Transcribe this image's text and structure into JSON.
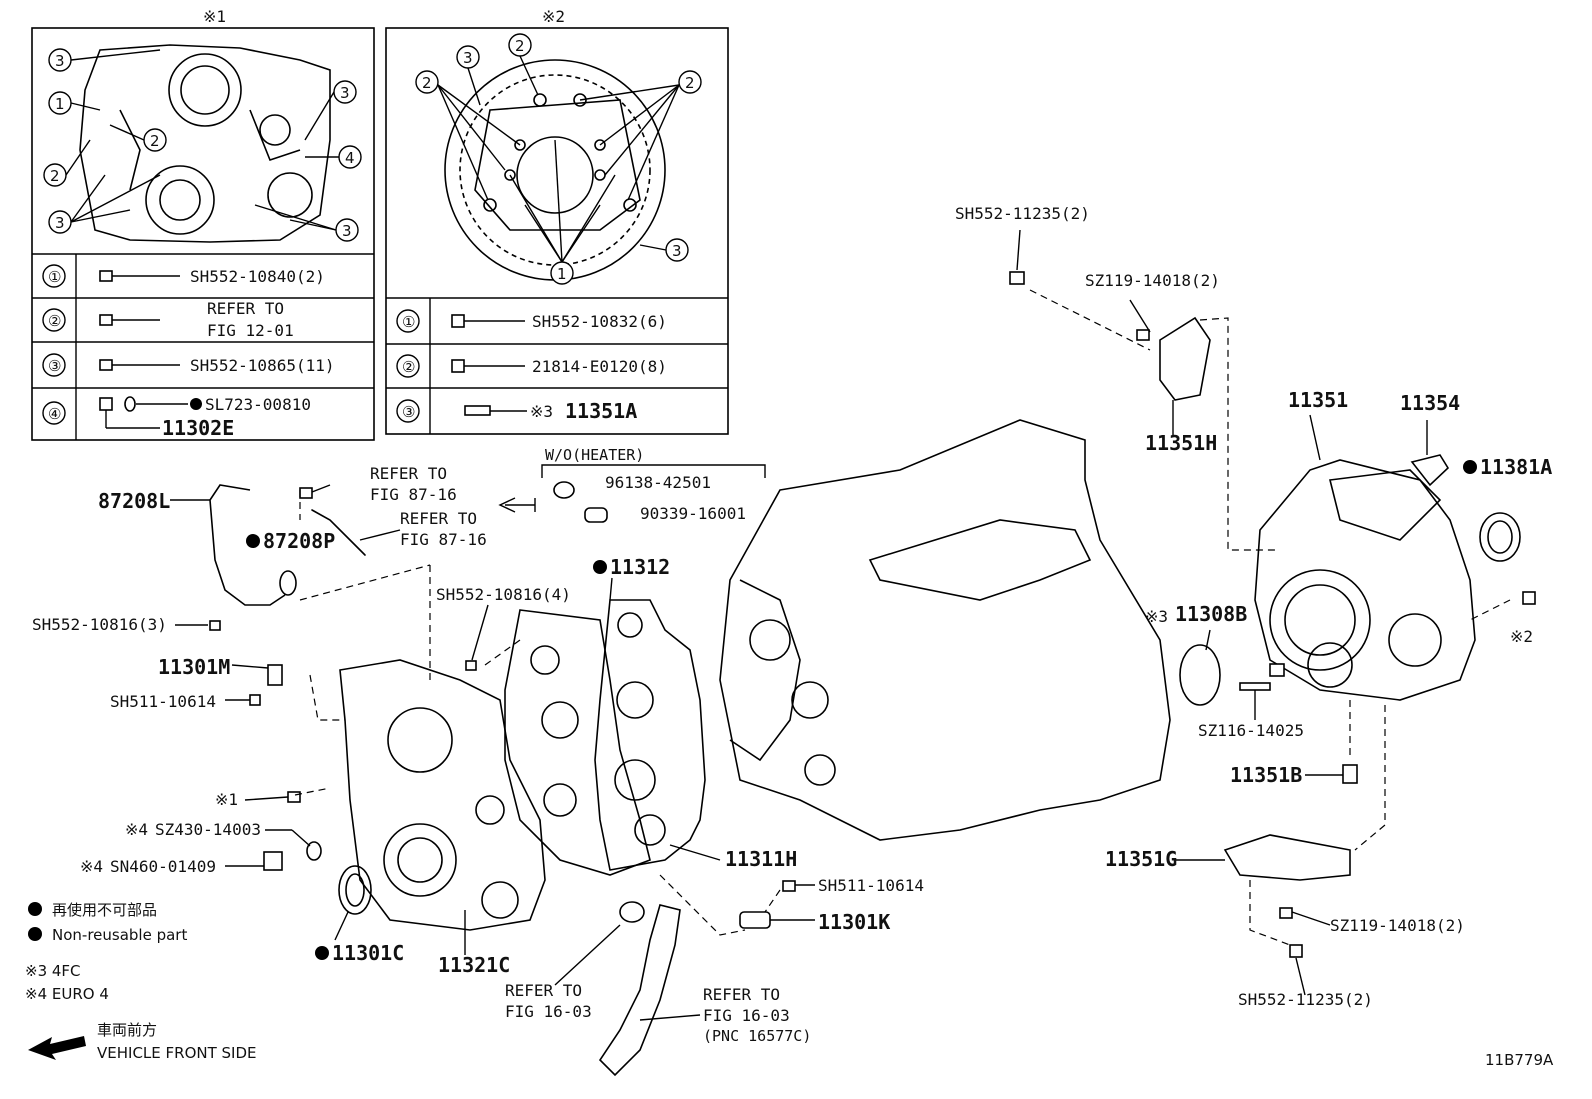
{
  "inset1": {
    "mark": "※1",
    "callouts": [
      "①",
      "②",
      "③",
      "④"
    ],
    "rows": [
      {
        "num": "①",
        "part": "SH552-10840(2)"
      },
      {
        "num": "②",
        "line1": "REFER TO",
        "line2": "FIG 12-01"
      },
      {
        "num": "③",
        "part": "SH552-10865(11)"
      },
      {
        "num": "④",
        "part": "SL723-00810",
        "sub": "11302E"
      }
    ]
  },
  "inset2": {
    "mark": "※2",
    "rows": [
      {
        "num": "①",
        "part": "SH552-10832(6)"
      },
      {
        "num": "②",
        "part": "21814-E0120(8)"
      },
      {
        "num": "③",
        "mark": "※3",
        "part": "11351A"
      }
    ]
  },
  "labels": {
    "p87208L": "87208L",
    "p87208P": "87208P",
    "refer1a": "REFER TO",
    "refer1b": "FIG 87-16",
    "refer2a": "REFER TO",
    "refer2b": "FIG 87-16",
    "woHeater": "W/O(HEATER)",
    "p96138": "96138-42501",
    "p90339": "90339-16001",
    "sh552_10816_3": "SH552-10816(3)",
    "p11301M": "11301M",
    "sh511_10614_a": "SH511-10614",
    "sh552_10816_4": "SH552-10816(4)",
    "p11312": "11312",
    "mark1": "※1",
    "mark4a": "※4",
    "sz430": "SZ430-14003",
    "mark4b": "※4",
    "sn460": "SN460-01409",
    "p11301C": "11301C",
    "p11321C": "11321C",
    "p11311H": "11311H",
    "sh511_10614_b": "SH511-10614",
    "p11301K": "11301K",
    "refer3a": "REFER TO",
    "refer3b": "FIG 16-03",
    "refer4a": "REFER TO",
    "refer4b": "FIG 16-03",
    "refer4c": "(PNC 16577C)",
    "sh552_11235_top": "SH552-11235(2)",
    "sz119_top": "SZ119-14018(2)",
    "p11351H": "11351H",
    "p11351": "11351",
    "p11354": "11354",
    "p11381A": "11381A",
    "mark3": "※3",
    "p11308B": "11308B",
    "mark2": "※2",
    "sz116": "SZ116-14025",
    "p11351B": "11351B",
    "p11351G": "11351G",
    "sz119_bot": "SZ119-14018(2)",
    "sh552_11235_bot": "SH552-11235(2)"
  },
  "legend": {
    "nonReusableJa": "再使用不可部品",
    "nonReusableEn": "Non-reusable part",
    "note3": "※3 4FC",
    "note4": "※4 EURO 4",
    "frontJa": "車両前方",
    "frontEn": "VEHICLE FRONT SIDE"
  },
  "figureId": "11B779A"
}
